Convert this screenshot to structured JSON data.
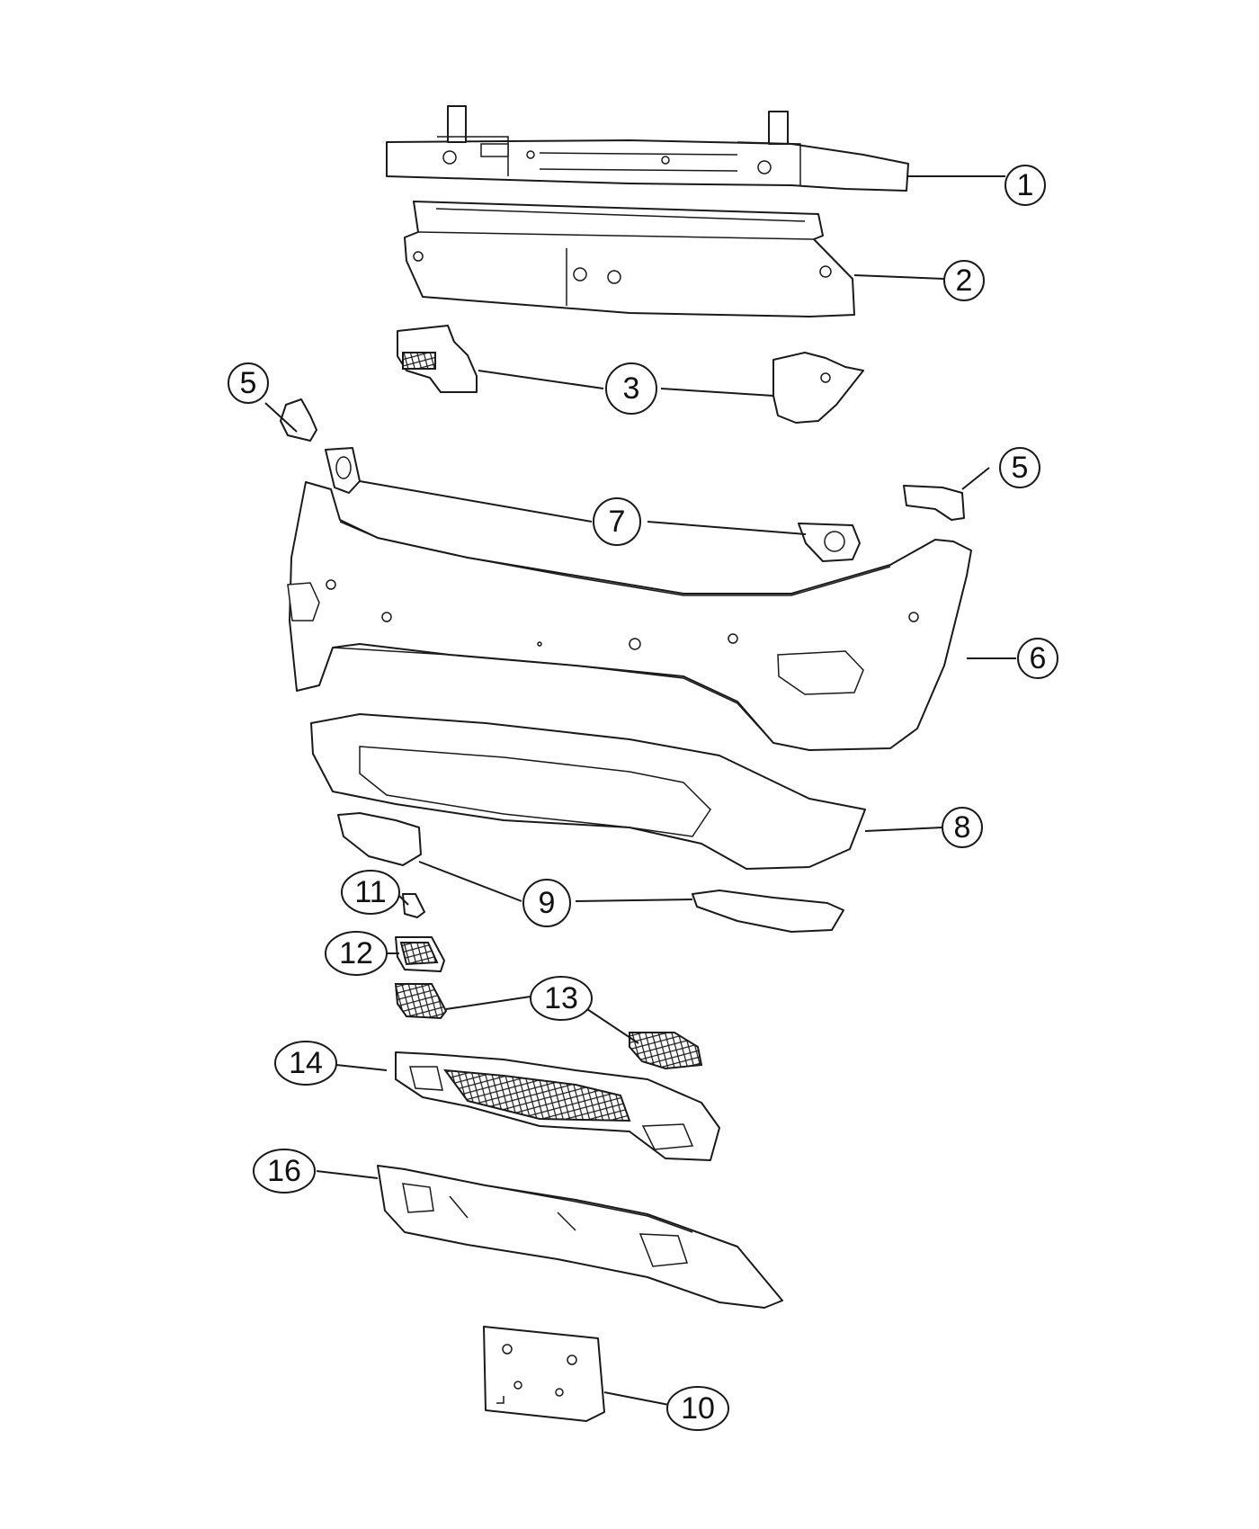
{
  "callouts": {
    "c1": "1",
    "c2": "2",
    "c3": "3",
    "c5a": "5",
    "c5b": "5",
    "c6": "6",
    "c7": "7",
    "c8": "8",
    "c9": "9",
    "c10": "10",
    "c11": "11",
    "c12": "12",
    "c13": "13",
    "c14": "14",
    "c16": "16"
  },
  "colors": {
    "line": "#1a1a1a",
    "background": "#ffffff"
  }
}
